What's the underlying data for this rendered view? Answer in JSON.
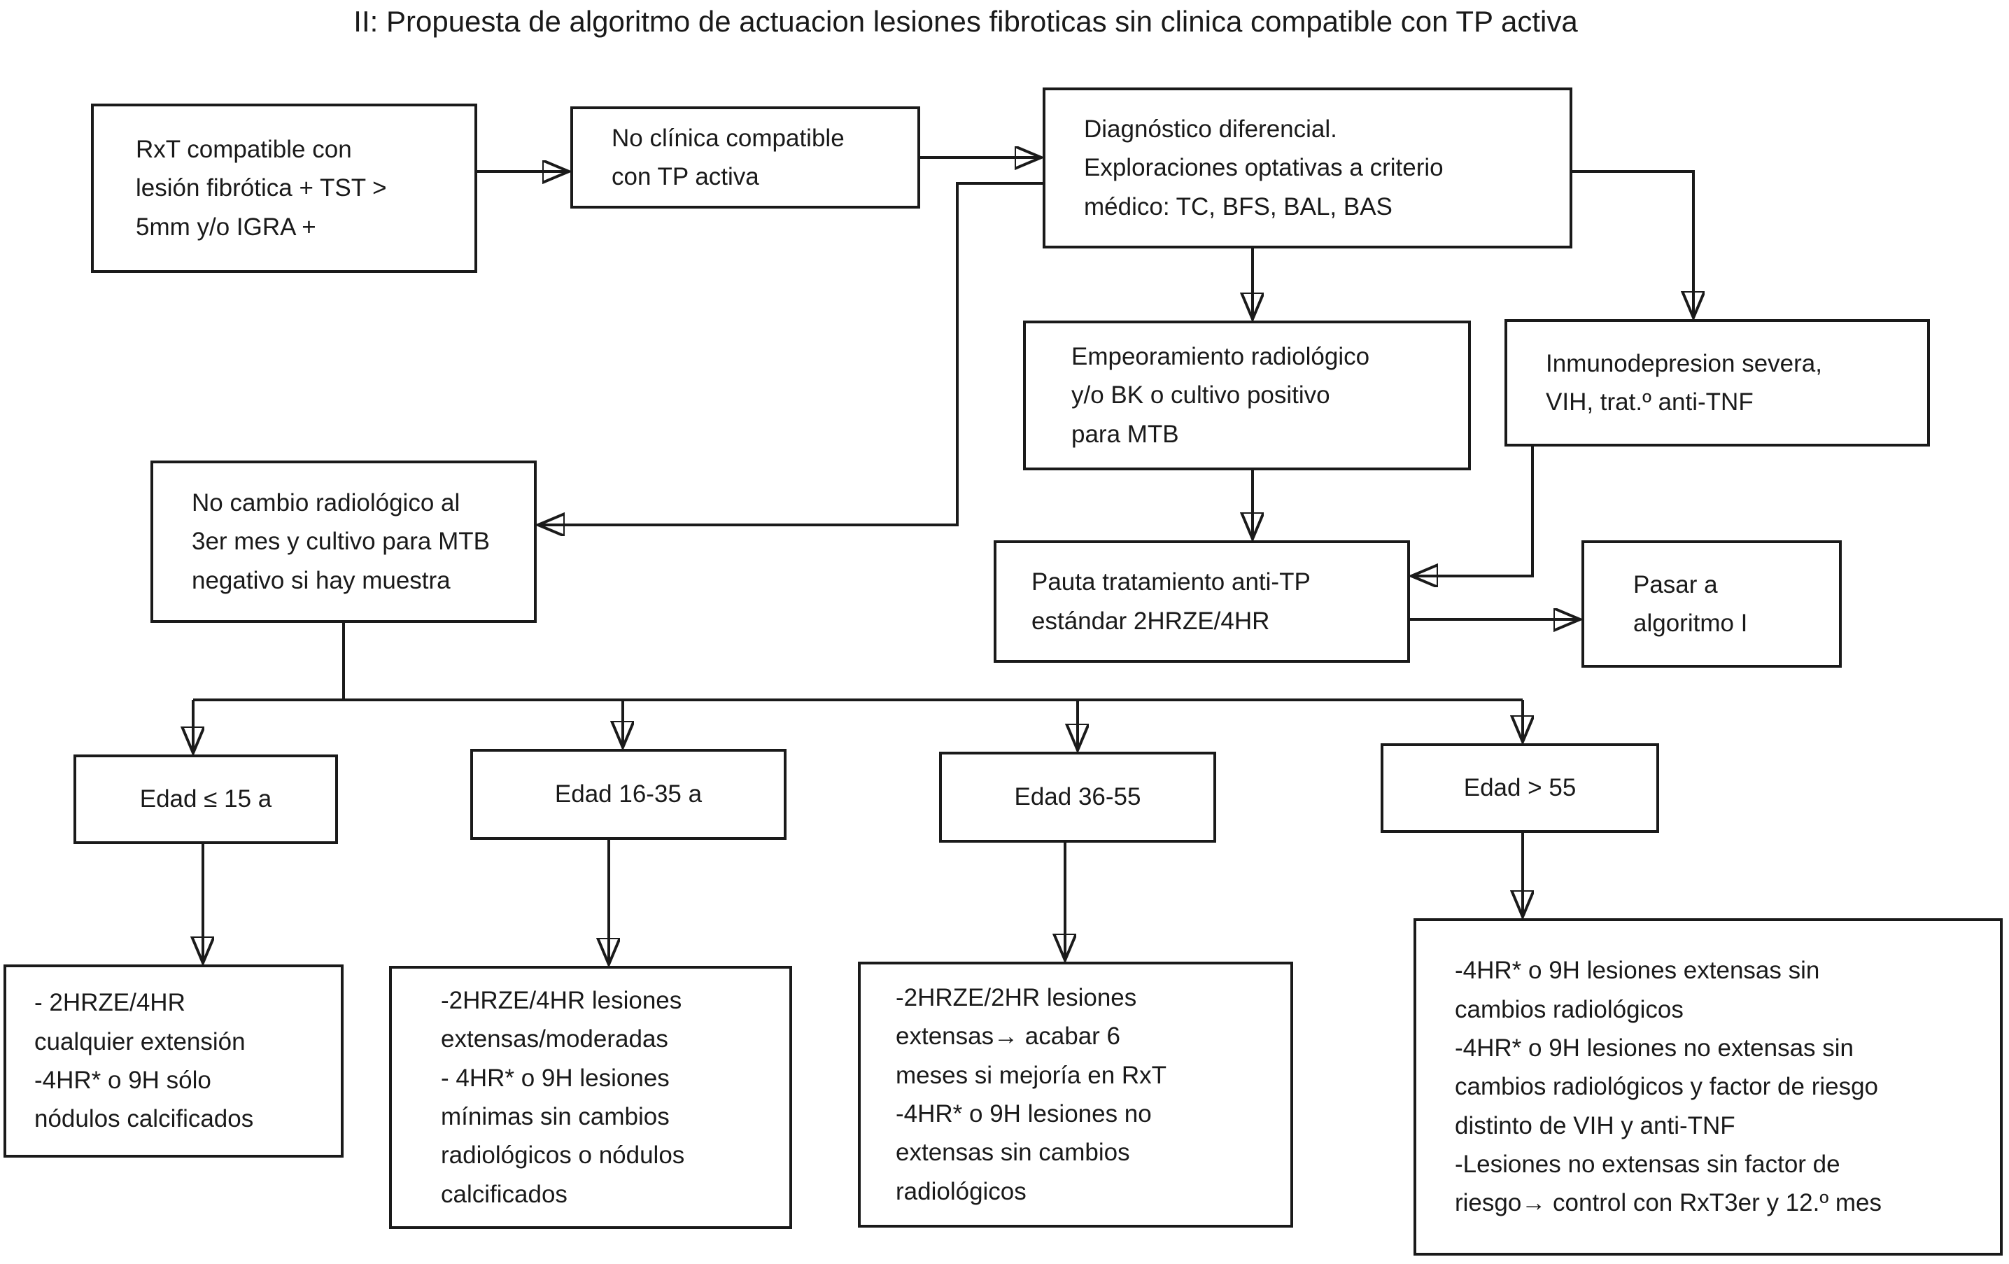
{
  "title": "II: Propuesta de algoritmo de actuacion lesiones fibroticas sin clinica compatible con TP activa",
  "colors": {
    "line": "#1a1a1a",
    "text": "#1a1a1a",
    "background": "#ffffff"
  },
  "nodes": {
    "rxt_compatible": {
      "text": "RxT compatible con\nlesión fibrótica + TST >\n5mm y/o IGRA +"
    },
    "no_clinica": {
      "text": "No clínica compatible\ncon TP activa"
    },
    "diagnostico": {
      "text": "Diagnóstico diferencial.\nExploraciones optativas a criterio\nmédico: TC, BFS, BAL, BAS"
    },
    "empeoramiento": {
      "text": "Empeoramiento radiológico\ny/o BK o cultivo positivo\npara MTB"
    },
    "inmunodepresion": {
      "text": "Inmunodepresion severa,\nVIH, trat.º anti-TNF"
    },
    "no_cambio": {
      "text": "No cambio radiológico al\n3er mes y cultivo para MTB\nnegativo si hay muestra"
    },
    "pauta": {
      "text": "Pauta tratamiento  anti-TP\nestándar 2HRZE/4HR"
    },
    "pasar_algoritmo": {
      "text": "Pasar a\nalgoritmo I"
    },
    "edad_15": {
      "text": "Edad ≤ 15  a"
    },
    "edad_16_35": {
      "text": "Edad 16-35 a"
    },
    "edad_36_55": {
      "text": "Edad 36-55"
    },
    "edad_55": {
      "text": "Edad > 55"
    },
    "res_edad_15": {
      "text": "- 2HRZE/4HR\ncualquier extensión\n-4HR* o 9H sólo\nnódulos calcificados"
    },
    "res_edad_16_35": {
      "text": "-2HRZE/4HR lesiones\nextensas/moderadas\n- 4HR* o 9H lesiones\nmínimas sin cambios\nradiológicos o nódulos\ncalcificados"
    },
    "res_edad_36_55": {
      "text": "-2HRZE/2HR lesiones\nextensas→ acabar 6\nmeses si mejoría en RxT\n-4HR* o 9H lesiones no\nextensas sin cambios\nradiológicos"
    },
    "res_edad_55": {
      "text": "-4HR* o 9H lesiones extensas sin\ncambios radiológicos\n-4HR* o 9H lesiones no extensas sin\ncambios radiológicos y factor de riesgo\ndistinto de VIH y anti-TNF\n-Lesiones no extensas sin factor de\nriesgo→ control con RxT3er y 12.º mes"
    }
  }
}
